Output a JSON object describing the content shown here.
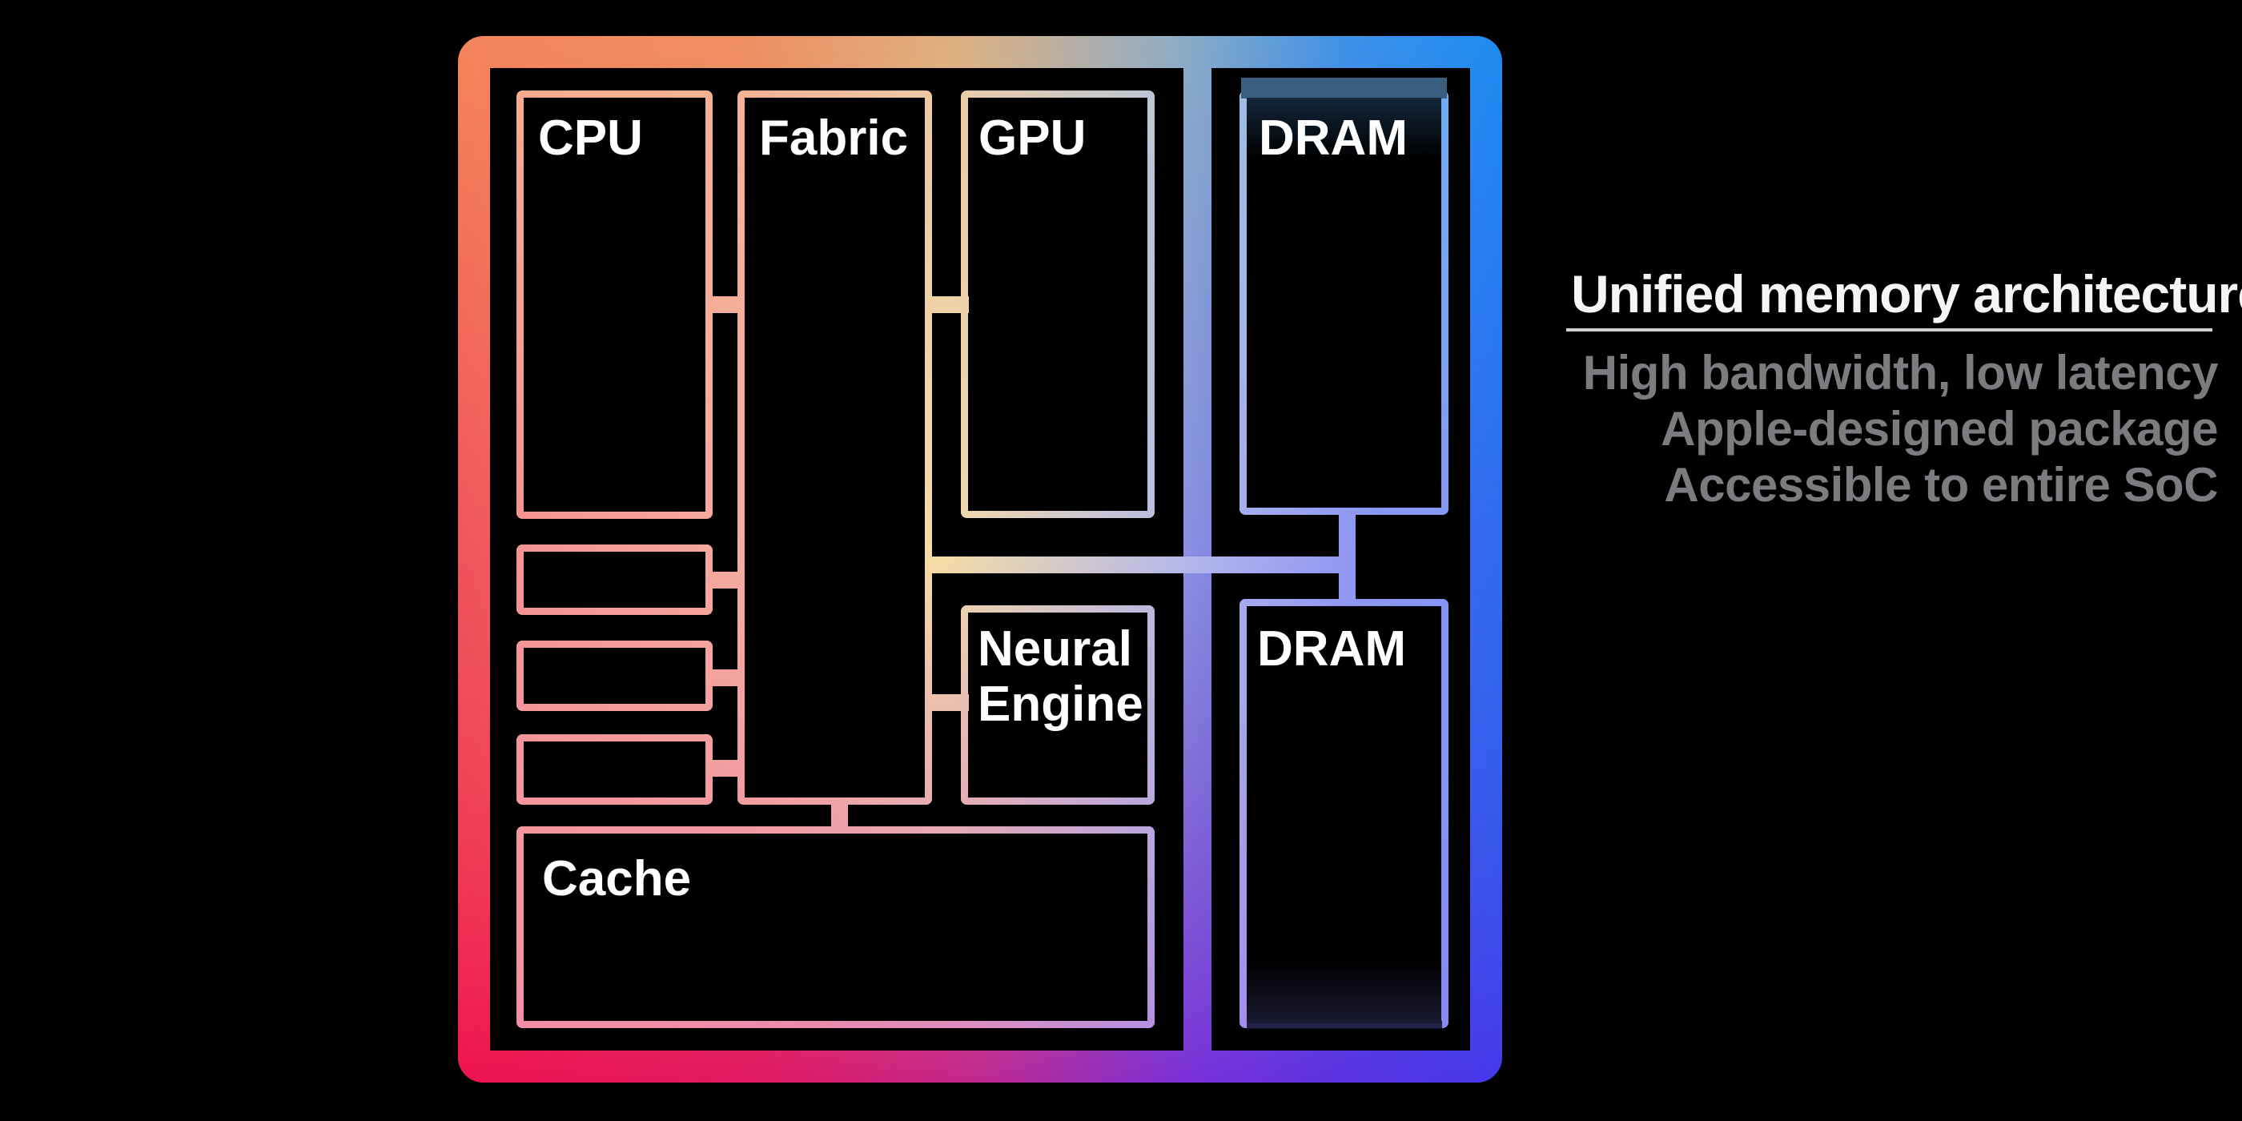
{
  "diagram": {
    "blocks": {
      "cpu": {
        "label": "CPU"
      },
      "fabric": {
        "label": "Fabric"
      },
      "gpu": {
        "label": "GPU"
      },
      "neural_engine": {
        "label": "Neural Engine"
      },
      "cache": {
        "label": "Cache"
      },
      "dram_top": {
        "label": "DRAM"
      },
      "dram_bottom": {
        "label": "DRAM"
      }
    }
  },
  "sidebar": {
    "title": "Unified memory architecture",
    "bullets": [
      "High bandwidth, low latency",
      "Apple-designed package",
      "Accessible to entire SoC"
    ]
  },
  "colors": {
    "background": "#000000",
    "label_text": "#ffffff",
    "title_text": "#f5f5f7",
    "bullet_text": "#7b7b80",
    "underline": "#cfcfd2",
    "frame_top": [
      "#F5855A",
      "#EE9063",
      "#DEB183",
      "#93AEC2",
      "#3E93E8",
      "#1E8CF2"
    ],
    "frame_mid": [
      "#F0535C",
      "#F08868",
      "#F0CE7E",
      "#8A8FE2",
      "#5A5FEE",
      "#2F6AEE"
    ],
    "frame_bottom": [
      "#EF1250",
      "#E01A64",
      "#C02890",
      "#7A30D8",
      "#5A32E2",
      "#4638EA"
    ],
    "wire_top": [
      "#F8AD8C",
      "#F5B394",
      "#EAC9A8",
      "#B8C8D6",
      "#7FB4F0",
      "#62AEF5"
    ],
    "wire_mid": [
      "#F58A90",
      "#F5AFA0",
      "#F5DDA6",
      "#B3B7EC",
      "#9297F2",
      "#8093F5"
    ],
    "wire_bottom": [
      "#F58BA8",
      "#EE86AC",
      "#DA85C4",
      "#AE8BEA",
      "#9684F0",
      "#8A82F5"
    ],
    "dram_shade_top": "#3A5E80",
    "dram_shade_bottom": "#23234A"
  }
}
